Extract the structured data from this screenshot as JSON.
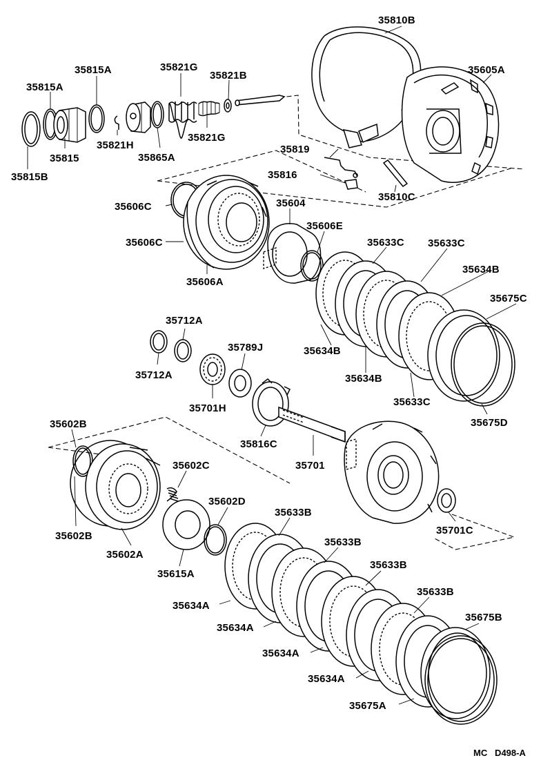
{
  "diagram": {
    "labels": {
      "l_35810B": "35810B",
      "l_35605A": "35605A",
      "l_35815A_top": "35815A",
      "l_35821G_top": "35821G",
      "l_35821B": "35821B",
      "l_35815A_left": "35815A",
      "l_35815": "35815",
      "l_35821H": "35821H",
      "l_35821G_bottom": "35821G",
      "l_35865A": "35865A",
      "l_35815B": "35815B",
      "l_35819": "35819",
      "l_35816": "35816",
      "l_35810C": "35810C",
      "l_35606C_a": "35606C",
      "l_35604": "35604",
      "l_35606E": "35606E",
      "l_35606C_b": "35606C",
      "l_35606A": "35606A",
      "l_35633C_a": "35633C",
      "l_35633C_b": "35633C",
      "l_35634B_right": "35634B",
      "l_35675C": "35675C",
      "l_35634B_a": "35634B",
      "l_35634B_b": "35634B",
      "l_35633C_c": "35633C",
      "l_35675D": "35675D",
      "l_35712A_top": "35712A",
      "l_35712A_bottom": "35712A",
      "l_35789J": "35789J",
      "l_35701H": "35701H",
      "l_35816C": "35816C",
      "l_35701": "35701",
      "l_35602B_top": "35602B",
      "l_35602B_bottom": "35602B",
      "l_35602C": "35602C",
      "l_35602D": "35602D",
      "l_35602A": "35602A",
      "l_35615A": "35615A",
      "l_35701C": "35701C",
      "l_35633B_a": "35633B",
      "l_35633B_b": "35633B",
      "l_35633B_c": "35633B",
      "l_35633B_d": "35633B",
      "l_35675B": "35675B",
      "l_35634A_a": "35634A",
      "l_35634A_b": "35634A",
      "l_35634A_c": "35634A",
      "l_35634A_d": "35634A",
      "l_35675A": "35675A"
    },
    "reference_code": "MC   D498-A"
  }
}
